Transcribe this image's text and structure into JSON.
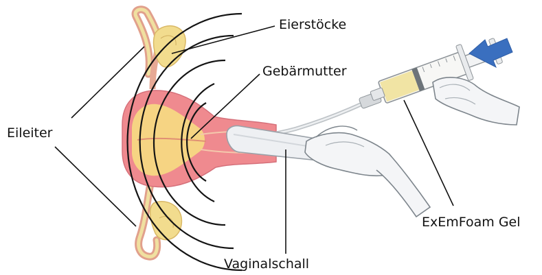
{
  "labels": {
    "ovaries": "Eierstöcke",
    "uterus": "Gebärmutter",
    "fallopian_tubes": "Eileiter",
    "gel": "ExEmFoam Gel",
    "ultrasound": "Vaginalschall"
  },
  "icons": {
    "arrow": "push-arrow-icon"
  },
  "colors": {
    "tissue_outer": "#ef8a8f",
    "tissue_inner": "#f6d483",
    "ovary": "#f2dc8e",
    "arrow": "#3a6fbf",
    "syringe_fill": "#f1e4a4",
    "glove": "#f4f5f7"
  }
}
